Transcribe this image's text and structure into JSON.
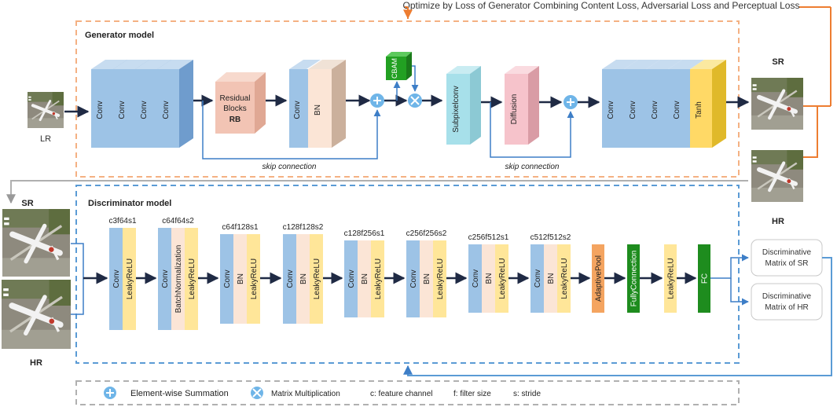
{
  "top_label": "Optimize by Loss of Generator Combining Content Loss, Adversarial Loss and Perceptual Loss",
  "generator": {
    "title": "Generator model",
    "lr_label": "LR",
    "conv_labels": [
      "Conv",
      "Conv",
      "Conv",
      "Conv"
    ],
    "rb_line1": "Residual",
    "rb_line2": "Blocks",
    "rb_line3": "RB",
    "conv_bn_conv": "Conv",
    "conv_bn_bn": "BN",
    "cbam": "CBAM",
    "subpixel": "Subpixelconv",
    "diffusion": "Diffusion",
    "out_conv_labels": [
      "Conv",
      "Conv",
      "Conv",
      "Conv"
    ],
    "tanh": "Tanh",
    "skip1": "skip connection",
    "skip2": "skip connection",
    "sr_label": "SR",
    "hr_label": "HR"
  },
  "discriminator": {
    "title": "Discriminator model",
    "sr_label": "SR",
    "hr_label": "HR",
    "blocks": [
      {
        "header": "c3f64s1",
        "layers": [
          "Conv",
          "LeakyReLU"
        ]
      },
      {
        "header": "c64f64s2",
        "layers": [
          "Conv",
          "BatchNormalization",
          "LeakyReLU"
        ]
      },
      {
        "header": "c64f128s1",
        "layers": [
          "Conv",
          "BN",
          "LeakyReLU"
        ]
      },
      {
        "header": "c128f128s2",
        "layers": [
          "Conv",
          "BN",
          "LeakyReLU"
        ]
      },
      {
        "header": "c128f256s1",
        "layers": [
          "Conv",
          "BN",
          "LeakyReLU"
        ]
      },
      {
        "header": "c256f256s2",
        "layers": [
          "Conv",
          "BN",
          "LeakyReLU"
        ]
      },
      {
        "header": "c256f512s1",
        "layers": [
          "Conv",
          "BN",
          "LeakyReLU"
        ]
      },
      {
        "header": "c512f512s2",
        "layers": [
          "Conv",
          "BN",
          "LeakyReLU"
        ]
      }
    ],
    "tail": [
      "AdaptivePool",
      "FullyConnection",
      "LeakyReLU",
      "FC"
    ],
    "out_sr": [
      "Discriminative",
      "Matrix of SR"
    ],
    "out_hr": [
      "Discriminative",
      "Matrix of HR"
    ]
  },
  "legend": {
    "sum": "Element-wise Summation",
    "mult": "Matrix Multiplication",
    "c": "c: feature channel",
    "f": "f: filter size",
    "s": "s: stride"
  },
  "colors": {
    "conv_blue": "#9DC3E6",
    "leaky_yellow": "#FFE699",
    "bn_peach": "#FBE5D6",
    "rb_pink": "#F2C4B4",
    "gen_border": "#F4B183",
    "disc_border": "#5B9BD5",
    "orange_line": "#ED7D31",
    "blue_line": "#5B9BD5",
    "green": "#1E8C1E",
    "orange_pool": "#F4A460"
  }
}
